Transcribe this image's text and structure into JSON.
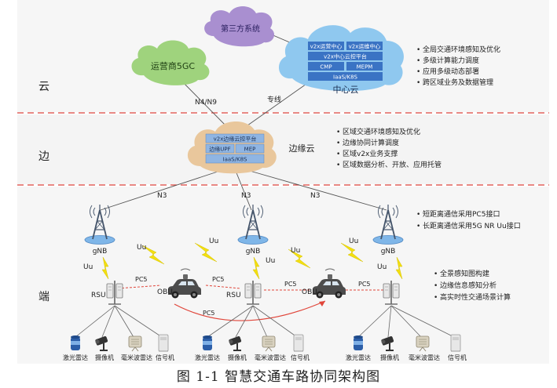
{
  "layers": {
    "cloud": "云",
    "edge": "边",
    "terminal": "端"
  },
  "clouds": {
    "third_party": "第三方系统",
    "operator": "运营商5GC",
    "center_caption": "中心云",
    "edge_caption": "边缘云",
    "center_boxes": [
      "v2x运营中心",
      "v2x运维中心",
      "v2x中心云控平台",
      "CMP",
      "MEPM",
      "IaaS/K8S"
    ],
    "edge_boxes": [
      "v2x边缘云控平台",
      "边缘UPF",
      "MEP",
      "IaaS/K8S"
    ]
  },
  "links": {
    "n4n9": "N4/N9",
    "dedicated": "专线",
    "n3": "N3",
    "uu": "Uu",
    "pc5": "PC5"
  },
  "bullets": {
    "cloud": [
      "全局交通环境感知及优化",
      "多级计算能力调度",
      "应用多级动态部署",
      "跨区域业务及数据管理"
    ],
    "edge": [
      "区域交通环境感知及优化",
      "边缘协同计算调度",
      "区域v2x业务支撑",
      "区域数据分析、开放、应用托管"
    ],
    "gnb": [
      "短距离通信采用PC5接口",
      "长距离通信采用5G NR Uu接口"
    ],
    "terminal": [
      "全景感知图构建",
      "边缘信息感知分析",
      "高实时性交通场景计算"
    ]
  },
  "nodes": {
    "gnb": "gNB",
    "rsu": "RSU",
    "obu": "OBU"
  },
  "devices": [
    "激光雷达",
    "摄像机",
    "毫米波雷达",
    "信号机"
  ],
  "caption": "图 1-1 智慧交通车路协同架构图",
  "colors": {
    "cloud_blue": "#8fc8ef",
    "cloud_green": "#9fd37d",
    "cloud_purple": "#a98fd0",
    "cloud_tan": "#e9c79c",
    "box_blue": "#3a73c4",
    "bolt": "#f2df12",
    "dash": "#d9423a",
    "pc5": "#e0453a"
  }
}
